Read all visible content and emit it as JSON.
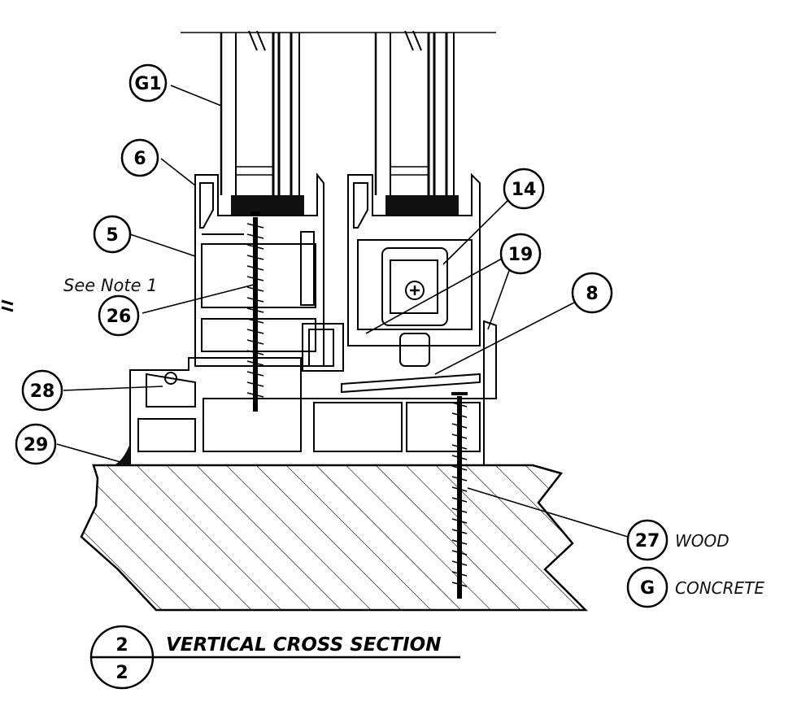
{
  "callouts": {
    "g1": "G1",
    "c6": "6",
    "c5": "5",
    "c26": "26",
    "c14": "14",
    "c19": "19",
    "c8": "8",
    "c28": "28",
    "c29": "29"
  },
  "note": "See Note 1",
  "legend": {
    "wood_id": "27",
    "wood_label": "WOOD",
    "concrete_id": "G",
    "concrete_label": "CONCRETE"
  },
  "title_block": {
    "numerator": "2",
    "denominator": "2",
    "title": "VERTICAL CROSS SECTION"
  },
  "colors": {
    "line": "#000000",
    "background": "#ffffff"
  }
}
